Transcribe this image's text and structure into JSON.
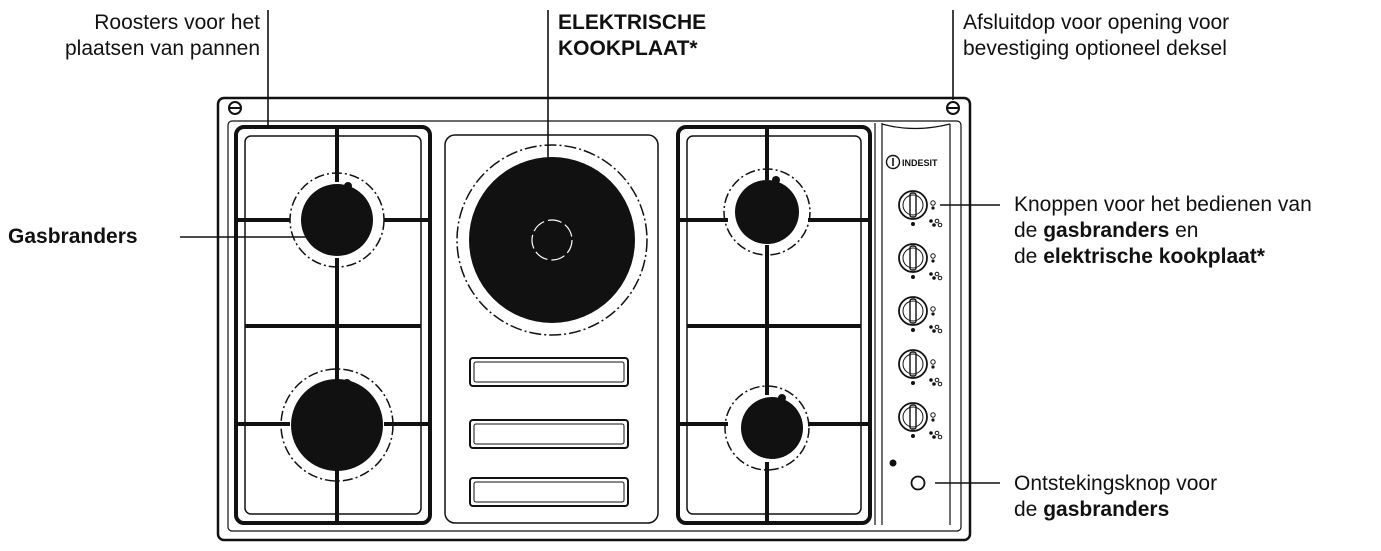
{
  "labels": {
    "roosters": {
      "line1": "Roosters voor het",
      "line2": "plaatsen van pannen"
    },
    "kookplaat": {
      "line1": "ELEKTRISCHE",
      "line2": "KOOKPLAAT*"
    },
    "afsluitdop": {
      "line1": "Afsluitdop voor opening voor",
      "line2": "bevestiging optioneel deksel"
    },
    "gasbranders": "Gasbranders",
    "knoppen": {
      "line1": "Knoppen voor het bedienen van",
      "line2_pre": "de ",
      "line2_bold": "gasbranders",
      "line2_post": " en",
      "line3_pre": "de ",
      "line3_bold": "elektrische kookplaat*"
    },
    "ontsteking": {
      "line1": "Ontstekingsknop voor",
      "line2_pre": "de ",
      "line2_bold": "gasbranders"
    }
  },
  "brand": {
    "logo_text": "INDESIT"
  },
  "colors": {
    "ink": "#111111",
    "paper": "#ffffff"
  },
  "knob_count": 5
}
